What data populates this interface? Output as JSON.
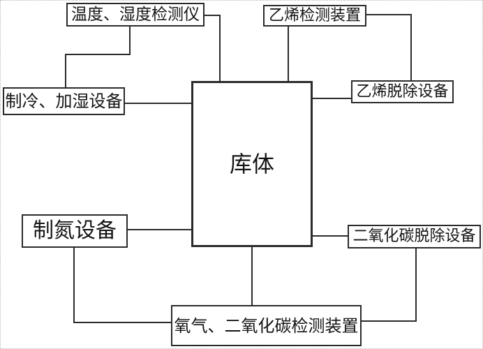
{
  "diagram": {
    "background_color": "#ffffff",
    "line_color": "#2a2a2a",
    "text_color": "#141414",
    "nodes": {
      "storage": {
        "label": "库体"
      },
      "temp_humidity_detector": {
        "label": "温度、湿度检测仪"
      },
      "ethylene_detector": {
        "label": "乙烯检测装置"
      },
      "cooling_humidifying_equipment": {
        "label": "制冷、加湿设备"
      },
      "ethylene_removal_equipment": {
        "label": "乙烯脱除设备"
      },
      "nitrogen_generator": {
        "label": "制氮设备"
      },
      "co2_removal_equipment": {
        "label": "二氧化碳脱除设备"
      },
      "o2_co2_detector": {
        "label": "氧气、二氧化碳检测装置"
      }
    },
    "edges": [
      {
        "from": "temp_humidity_detector",
        "to": "cooling_humidifying_equipment"
      },
      {
        "from": "temp_humidity_detector",
        "to": "storage"
      },
      {
        "from": "ethylene_detector",
        "to": "storage"
      },
      {
        "from": "ethylene_detector",
        "to": "ethylene_removal_equipment"
      },
      {
        "from": "storage",
        "to": "ethylene_removal_equipment"
      },
      {
        "from": "cooling_humidifying_equipment",
        "to": "storage"
      },
      {
        "from": "nitrogen_generator",
        "to": "storage"
      },
      {
        "from": "nitrogen_generator",
        "to": "o2_co2_detector"
      },
      {
        "from": "storage",
        "to": "co2_removal_equipment"
      },
      {
        "from": "co2_removal_equipment",
        "to": "o2_co2_detector"
      },
      {
        "from": "storage",
        "to": "o2_co2_detector"
      }
    ]
  }
}
